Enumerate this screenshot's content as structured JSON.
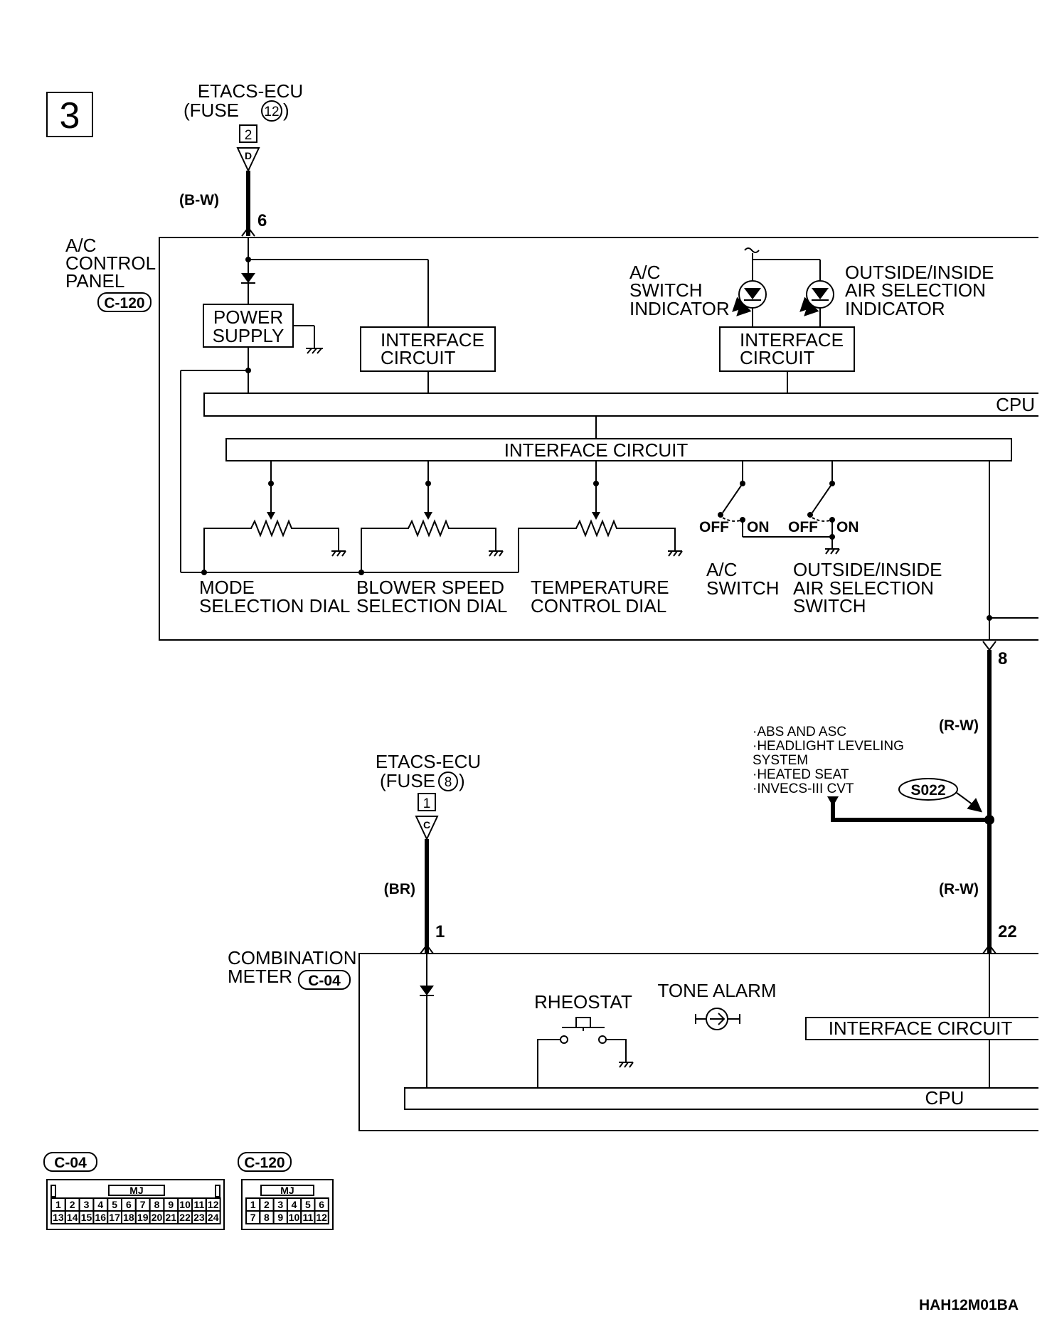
{
  "page_number": "3",
  "diagram_code": "HAH12M01BA",
  "etacs_top": {
    "title": "ETACS-ECU",
    "fuse_prefix": "(FUSE",
    "fuse_num": "12",
    "fuse_suffix": ")",
    "pin": "2",
    "connector": "D"
  },
  "etacs_bottom": {
    "title": "ETACS-ECU",
    "fuse_prefix": "(FUSE",
    "fuse_num": "8",
    "fuse_suffix": ")",
    "pin": "1",
    "connector": "C"
  },
  "wires": {
    "bw": "(B-W)",
    "rw_upper": "(R-W)",
    "rw_lower": "(R-W)",
    "br": "(BR)",
    "pin6": "6",
    "pin8": "8",
    "pin1": "1",
    "pin22": "22"
  },
  "ac_panel": {
    "title_line1": "A/C",
    "title_line2": "CONTROL",
    "title_line3": "PANEL",
    "connector": "C-120",
    "power_supply_line1": "POWER",
    "power_supply_line2": "SUPPLY",
    "interface_line1": "INTERFACE",
    "interface_line2": "CIRCUIT",
    "interface2_line1": "INTERFACE",
    "interface2_line2": "CIRCUIT",
    "cpu": "CPU",
    "interface_circuit": "INTERFACE CIRCUIT",
    "ac_indicator_line1": "A/C",
    "ac_indicator_line2": "SWITCH",
    "ac_indicator_line3": "INDICATOR",
    "oi_indicator_line1": "OUTSIDE/INSIDE",
    "oi_indicator_line2": "AIR SELECTION",
    "oi_indicator_line3": "INDICATOR",
    "mode_line1": "MODE",
    "mode_line2": "SELECTION DIAL",
    "blower_line1": "BLOWER SPEED",
    "blower_line2": "SELECTION DIAL",
    "temp_line1": "TEMPERATURE",
    "temp_line2": "CONTROL DIAL",
    "ac_switch_line1": "A/C",
    "ac_switch_line2": "SWITCH",
    "oi_switch_line1": "OUTSIDE/INSIDE",
    "oi_switch_line2": "AIR SELECTION",
    "oi_switch_line3": "SWITCH",
    "off1": "OFF",
    "on1": "ON",
    "off2": "OFF",
    "on2": "ON"
  },
  "splice": {
    "id": "S022",
    "systems": [
      "·ABS AND ASC",
      "·HEADLIGHT LEVELING",
      " SYSTEM",
      "·HEATED SEAT",
      "·INVECS-III CVT"
    ]
  },
  "meter": {
    "title_line1": "COMBINATION",
    "title_line2": "METER",
    "connector": "C-04",
    "rheostat": "RHEOSTAT",
    "tone_alarm": "TONE ALARM",
    "interface_circuit": "INTERFACE CIRCUIT",
    "cpu": "CPU"
  },
  "connectors": {
    "c04": {
      "label": "C-04",
      "code": "MJ",
      "row1": [
        "1",
        "2",
        "3",
        "4",
        "5",
        "6",
        "7",
        "8",
        "9",
        "10",
        "11",
        "12"
      ],
      "row2": [
        "13",
        "14",
        "15",
        "16",
        "17",
        "18",
        "19",
        "20",
        "21",
        "22",
        "23",
        "24"
      ]
    },
    "c120": {
      "label": "C-120",
      "code": "MJ",
      "row1": [
        "1",
        "2",
        "3",
        "4",
        "5",
        "6"
      ],
      "row2": [
        "7",
        "8",
        "9",
        "10",
        "11",
        "12"
      ]
    }
  }
}
